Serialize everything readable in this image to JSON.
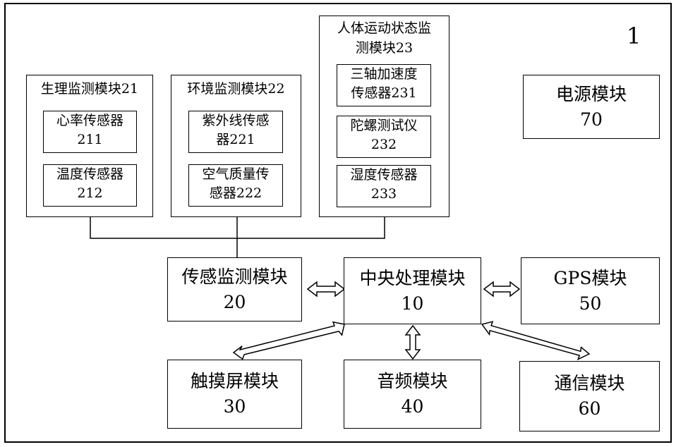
{
  "figure_number": "1",
  "groups": {
    "physio": {
      "title": "生理监测模块21",
      "items": [
        {
          "l1": "心率传感器",
          "l2": "211"
        },
        {
          "l1": "温度传感器",
          "l2": "212"
        }
      ]
    },
    "env": {
      "title": "环境监测模块22",
      "items": [
        {
          "l1": "紫外线传感",
          "l2": "器221"
        },
        {
          "l1": "空气质量传",
          "l2": "感器222"
        }
      ]
    },
    "motion": {
      "title_l1": "人体运动状态监",
      "title_l2": "测模块23",
      "items": [
        {
          "l1": "三轴加速度",
          "l2": "传感器231"
        },
        {
          "l1": "陀螺测试仪",
          "l2": "232"
        },
        {
          "l1": "湿度传感器",
          "l2": "233"
        }
      ]
    }
  },
  "modules": {
    "power": {
      "name": "电源模块",
      "id": "70"
    },
    "sensing": {
      "name": "传感监测模块",
      "id": "20"
    },
    "cpu": {
      "name": "中央处理模块",
      "id": "10"
    },
    "gps": {
      "name": "GPS模块",
      "id": "50"
    },
    "touch": {
      "name": "触摸屏模块",
      "id": "30"
    },
    "audio": {
      "name": "音频模块",
      "id": "40"
    },
    "comm": {
      "name": "通信模块",
      "id": "60"
    }
  }
}
